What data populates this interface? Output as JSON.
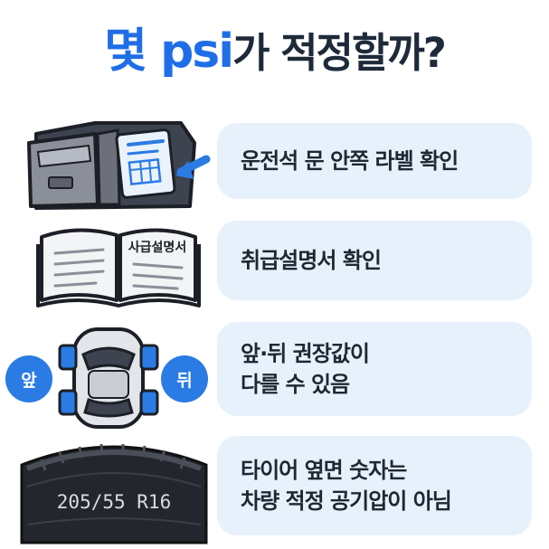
{
  "title": {
    "highlight": "몇 psi",
    "rest": "가 적정할까?"
  },
  "items": [
    {
      "icon": "car-door-label-icon",
      "lines": [
        "운전석 문 안쪽 라벨 확인"
      ]
    },
    {
      "icon": "manual-book-icon",
      "book_label": "사급설명서",
      "lines": [
        "취급설명서 확인"
      ]
    },
    {
      "icon": "car-top-view-icon",
      "front_label": "앞",
      "rear_label": "뒤",
      "lines": [
        "앞·뒤 권장값이",
        "다를 수 있음"
      ]
    },
    {
      "icon": "tire-sidewall-icon",
      "tire_text": "205/55 R16",
      "lines": [
        "타이어 옆면 숫자는",
        "차량 적정 공기압이 아님"
      ]
    }
  ],
  "colors": {
    "accent": "#1f6ee8",
    "card_bg": "#e7f1fc",
    "text": "#1f2733"
  }
}
